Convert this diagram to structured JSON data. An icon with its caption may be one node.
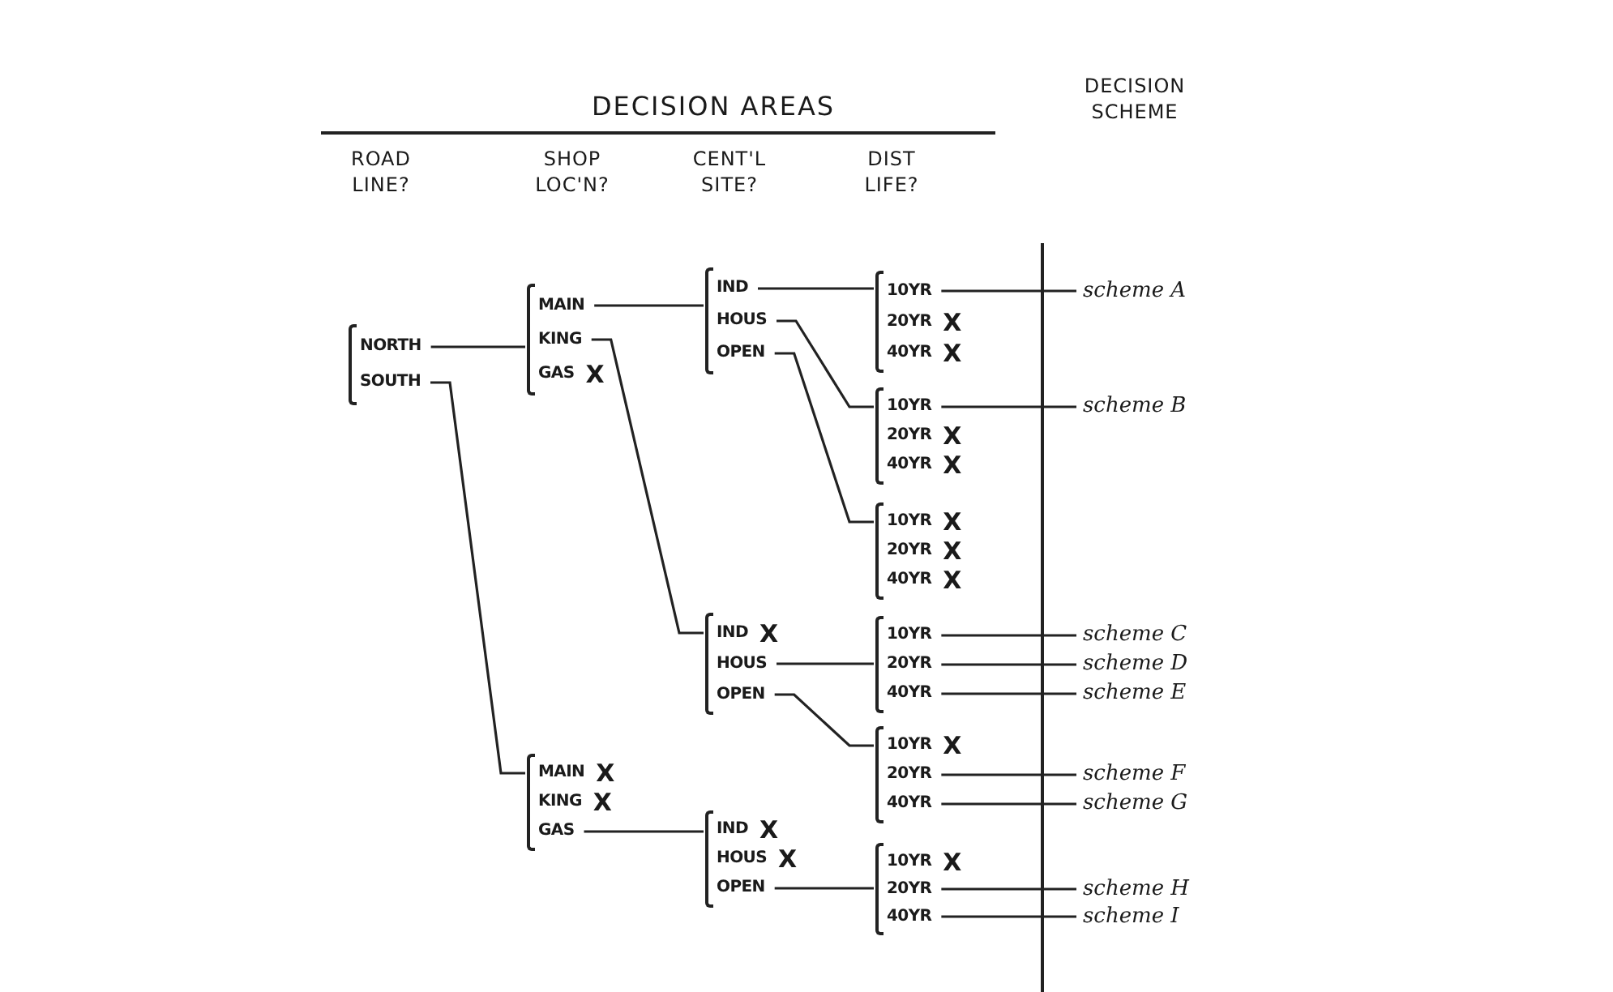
{
  "diagram": {
    "title": "DECISION AREAS",
    "nodes": [
      {
        "text": [],
        "shape": "bracket"
      },
      {
        "text": [
          "NORTH"
        ],
        "in": 0
      },
      {
        "text": [
          "SOUTH"
        ],
        "in": 0
      },
      {
        "text": [],
        "shape": "bracket"
      },
      {
        "text": [
          "MAIN"
        ],
        "in": 3
      },
      {
        "text": [
          "KING"
        ],
        "in": 3
      },
      {
        "text": [
          "GAS"
        ],
        "in": 3,
        "beside": [
          "X"
        ]
      },
      {
        "text": [],
        "shape": "bracket"
      },
      {
        "text": [
          "MAIN"
        ],
        "in": 7,
        "beside": [
          "X"
        ]
      },
      {
        "text": [
          "KING"
        ],
        "in": 7,
        "beside": [
          "X"
        ]
      },
      {
        "text": [
          "GAS"
        ],
        "in": 7
      },
      {
        "text": [],
        "shape": "bracket"
      },
      {
        "text": [
          "IND"
        ],
        "in": 11
      },
      {
        "text": [
          "HOUS"
        ],
        "in": 11
      },
      {
        "text": [
          "OPEN"
        ],
        "in": 11
      },
      {
        "text": [],
        "shape": "bracket"
      },
      {
        "text": [
          "IND"
        ],
        "in": 15,
        "beside": [
          "X"
        ]
      },
      {
        "text": [
          "HOUS"
        ],
        "in": 15
      },
      {
        "text": [
          "OPEN"
        ],
        "in": 15
      },
      {
        "text": [],
        "shape": "bracket"
      },
      {
        "text": [
          "IND"
        ],
        "in": 19,
        "beside": [
          "X"
        ]
      },
      {
        "text": [
          "HOUS"
        ],
        "in": 19,
        "beside": [
          "X"
        ]
      },
      {
        "text": [
          "OPEN"
        ],
        "in": 19
      },
      {
        "text": [],
        "shape": "bracket"
      },
      {
        "text": [
          "10YR"
        ],
        "in": 23
      },
      {
        "text": [
          "20YR"
        ],
        "in": 23,
        "beside": [
          "X"
        ]
      },
      {
        "text": [
          "40YR"
        ],
        "in": 23,
        "beside": [
          "X"
        ]
      },
      {
        "text": [],
        "shape": "bracket"
      },
      {
        "text": [
          "10YR"
        ],
        "in": 27
      },
      {
        "text": [
          "20YR"
        ],
        "in": 27,
        "beside": [
          "X"
        ]
      },
      {
        "text": [
          "40YR"
        ],
        "in": 27,
        "beside": [
          "X"
        ]
      },
      {
        "text": [],
        "shape": "bracket"
      },
      {
        "text": [
          "10YR"
        ],
        "in": 31,
        "beside": [
          "X"
        ]
      },
      {
        "text": [
          "20YR"
        ],
        "in": 31,
        "beside": [
          "X"
        ]
      },
      {
        "text": [
          "40YR"
        ],
        "in": 31,
        "beside": [
          "X"
        ]
      },
      {
        "text": [],
        "shape": "bracket"
      },
      {
        "text": [
          "10YR"
        ],
        "in": 35
      },
      {
        "text": [
          "20YR"
        ],
        "in": 35
      },
      {
        "text": [
          "40YR"
        ],
        "in": 35
      },
      {
        "text": [],
        "shape": "bracket"
      },
      {
        "text": [
          "10YR"
        ],
        "in": 39,
        "beside": [
          "X"
        ]
      },
      {
        "text": [
          "20YR"
        ],
        "in": 39
      },
      {
        "text": [
          "40YR"
        ],
        "in": 39
      },
      {
        "text": [],
        "shape": "bracket"
      },
      {
        "text": [
          "10YR"
        ],
        "in": 43,
        "beside": [
          "X"
        ]
      },
      {
        "text": [
          "20YR"
        ],
        "in": 43
      },
      {
        "text": [
          "40YR"
        ],
        "in": 43
      },
      {
        "text": [
          "scheme A"
        ]
      },
      {
        "text": [
          "scheme B"
        ]
      },
      {
        "text": [
          "scheme C"
        ]
      },
      {
        "text": [
          "scheme D"
        ]
      },
      {
        "text": [
          "scheme E"
        ]
      },
      {
        "text": [
          "scheme F"
        ]
      },
      {
        "text": [
          "scheme G"
        ]
      },
      {
        "text": [
          "scheme H"
        ]
      },
      {
        "text": [
          "scheme I"
        ]
      }
    ],
    "edges": [
      {
        "from": 1,
        "to": 3,
        "arrow": "none"
      },
      {
        "from": 2,
        "to": 7,
        "arrow": "none"
      },
      {
        "from": 4,
        "to": 11,
        "arrow": "none"
      },
      {
        "from": 5,
        "to": 15,
        "arrow": "none"
      },
      {
        "from": 10,
        "to": 19,
        "arrow": "none"
      },
      {
        "from": 12,
        "to": 23,
        "arrow": "none"
      },
      {
        "from": 13,
        "to": 27,
        "arrow": "none"
      },
      {
        "from": 14,
        "to": 31,
        "arrow": "none"
      },
      {
        "from": 17,
        "to": 35,
        "arrow": "none"
      },
      {
        "from": 18,
        "to": 39,
        "arrow": "none"
      },
      {
        "from": 22,
        "to": 43,
        "arrow": "none"
      },
      {
        "from": 24,
        "to": 47,
        "arrow": "none"
      },
      {
        "from": 28,
        "to": 48,
        "arrow": "none"
      },
      {
        "from": 36,
        "to": 49,
        "arrow": "none"
      },
      {
        "from": 37,
        "to": 50,
        "arrow": "none"
      },
      {
        "from": 38,
        "to": 51,
        "arrow": "none"
      },
      {
        "from": 41,
        "to": 52,
        "arrow": "none"
      },
      {
        "from": 42,
        "to": 53,
        "arrow": "none"
      },
      {
        "from": 45,
        "to": 54,
        "arrow": "none"
      },
      {
        "from": 46,
        "to": 55,
        "arrow": "none"
      }
    ],
    "labels": [
      "DECISION SCHEME",
      "ROAD LINE?",
      "SHOP LOC'N?",
      "CENT'L SITE?",
      "DIST LIFE?"
    ]
  }
}
